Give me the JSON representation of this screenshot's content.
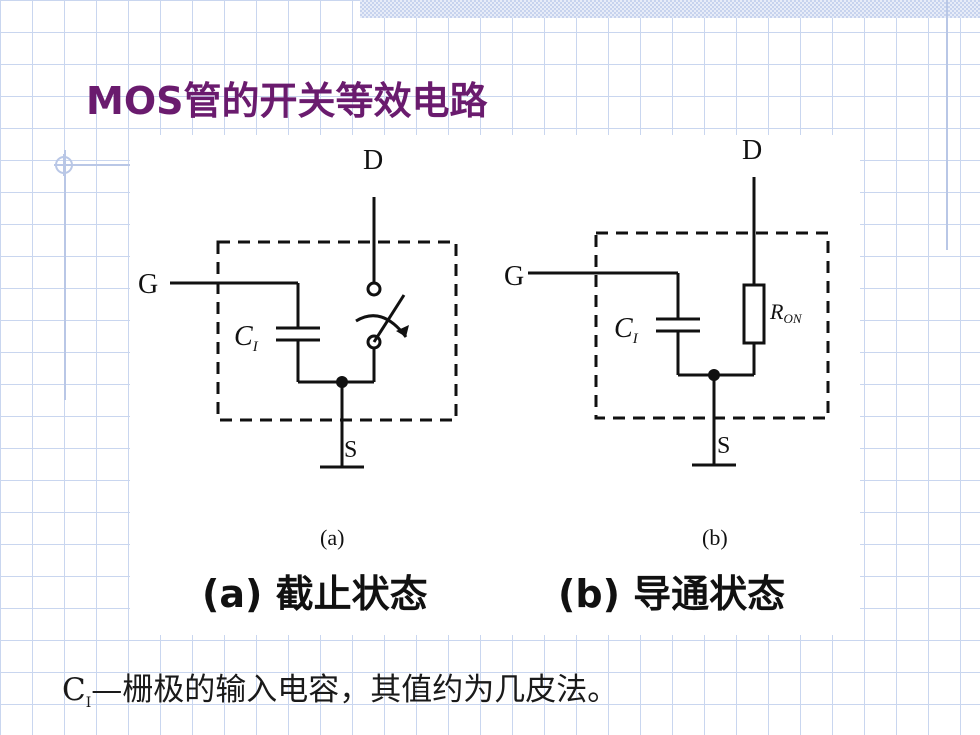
{
  "title": "MOS管的开关等效电路",
  "diagram": {
    "left": {
      "drain_label": "D",
      "gate_label": "G",
      "source_label": "S",
      "cap_label": "C",
      "cap_sub": "I",
      "panel_label": "(a)",
      "caption": "(a) 截止状态"
    },
    "right": {
      "drain_label": "D",
      "gate_label": "G",
      "source_label": "S",
      "cap_label": "C",
      "cap_sub": "I",
      "resistor_label": "R",
      "resistor_sub": "ON",
      "panel_label": "(b)",
      "caption": "(b) 导通状态"
    }
  },
  "footer": {
    "symbol": "C",
    "symbol_sub": "I",
    "text": "—栅极的输入电容，其值约为几皮法。"
  }
}
